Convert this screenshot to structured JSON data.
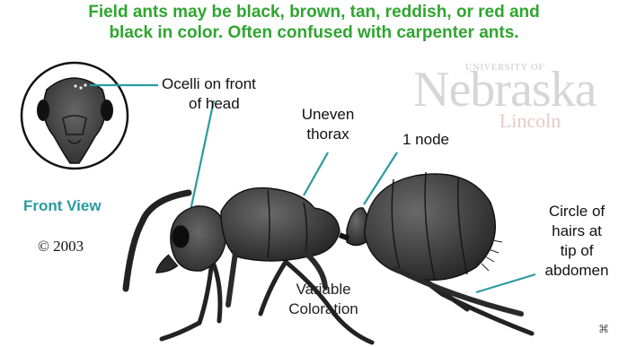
{
  "headline": {
    "line1": "Field ants may be black, brown, tan, reddish, or red and",
    "line2": "black in color. Often confused with carpenter ants."
  },
  "labels": {
    "ocelli_line1": "Ocelli on front",
    "ocelli_line2": "of head",
    "thorax_line1": "Uneven",
    "thorax_line2": "thorax",
    "node": "1 node",
    "hairs_line1": "Circle of",
    "hairs_line2": "hairs at",
    "hairs_line3": "tip of",
    "hairs_line4": "abdomen",
    "front_view": "Front View",
    "copyright": "© 2003",
    "variable_line1": "Variable",
    "variable_line2": "Coloration"
  },
  "logo": {
    "university": "UNIVERSITY OF",
    "nebraska": "Nebraska",
    "lincoln": "Lincoln"
  },
  "colors": {
    "headline": "#2fa52f",
    "leader_lines": "#2a9aa0",
    "ant_body": "#3c3c3c"
  }
}
